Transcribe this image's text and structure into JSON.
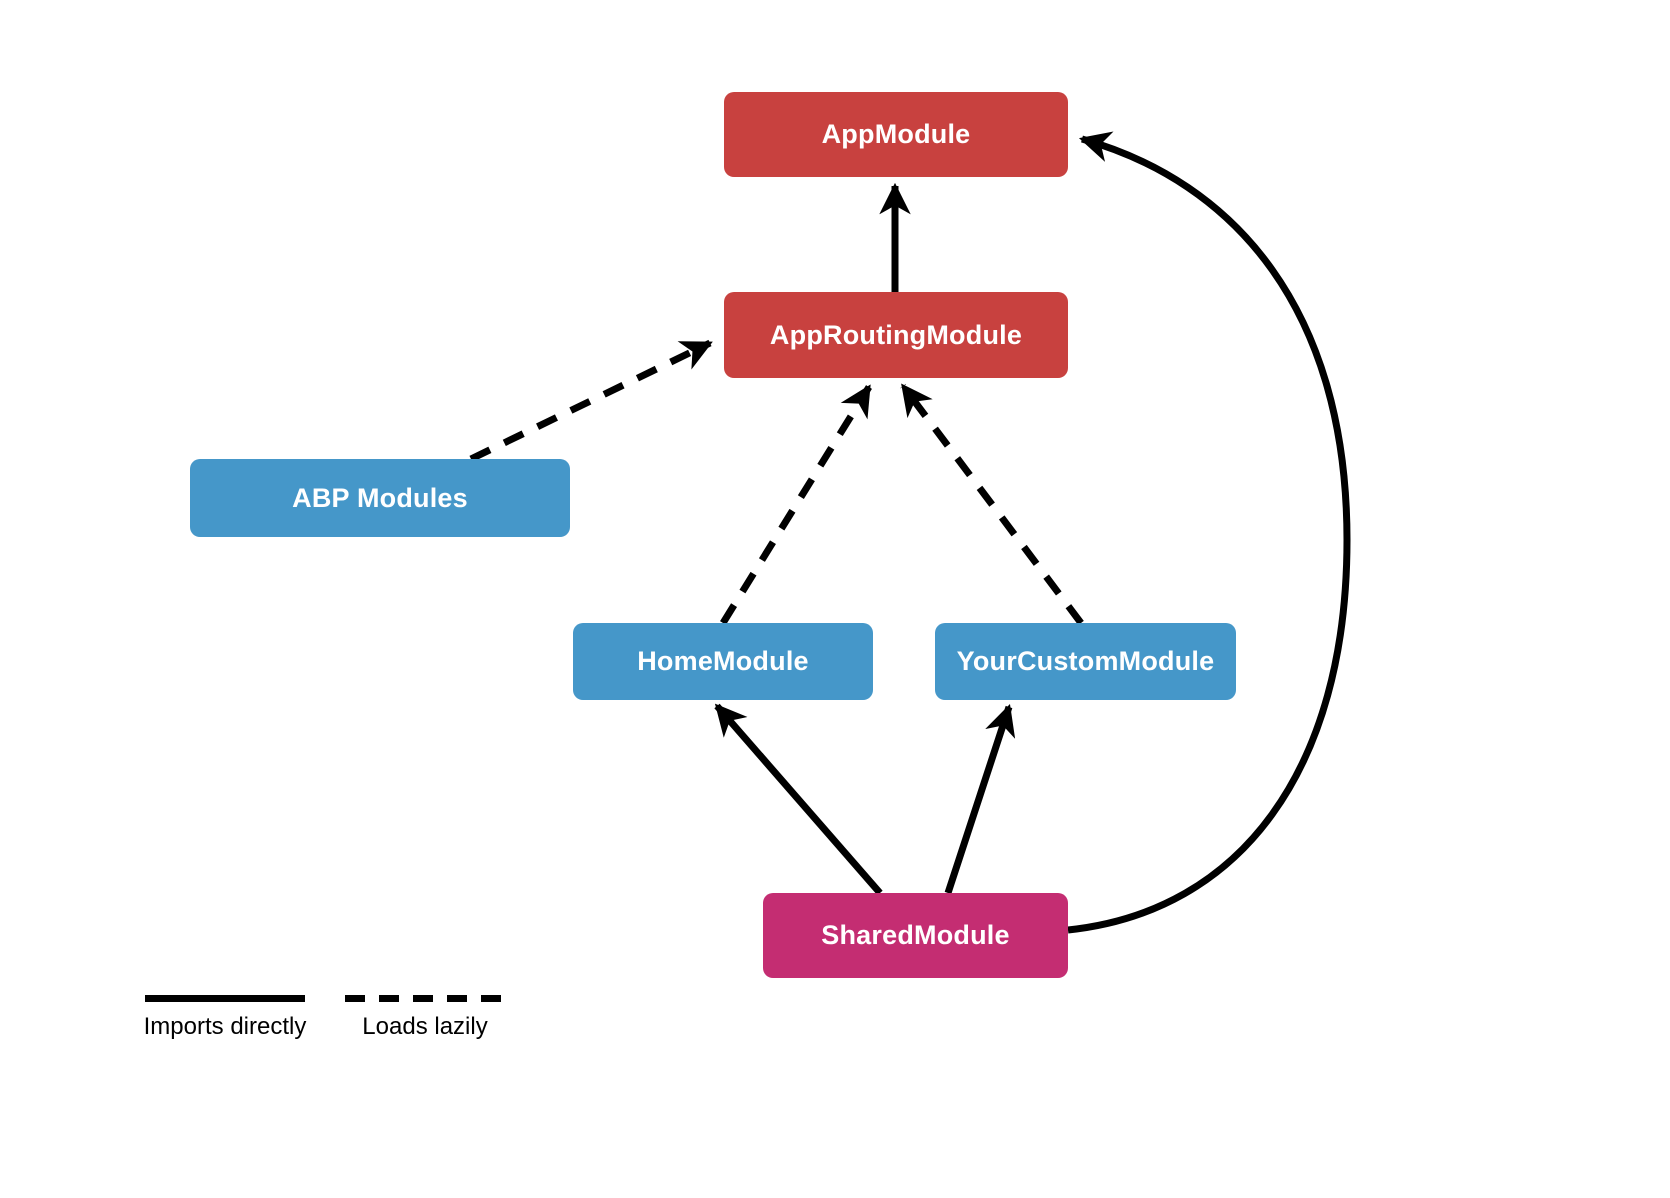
{
  "diagram": {
    "background_color": "#ffffff",
    "edge_color": "#000000",
    "nodes": [
      {
        "name": "AppModule",
        "color": "#C8413F",
        "text_color": "#ffffff"
      },
      {
        "name": "AppRoutingModule",
        "color": "#C8413F",
        "text_color": "#ffffff"
      },
      {
        "name": "ABP Modules",
        "color": "#4597C9",
        "text_color": "#ffffff"
      },
      {
        "name": "HomeModule",
        "color": "#4597C9",
        "text_color": "#ffffff"
      },
      {
        "name": "YourCustomModule",
        "color": "#4597C9",
        "text_color": "#ffffff"
      },
      {
        "name": "SharedModule",
        "color": "#C42D72",
        "text_color": "#ffffff"
      }
    ],
    "edges": [
      {
        "from": "AppRoutingModule",
        "to": "AppModule",
        "relation": "imports directly",
        "line": "solid"
      },
      {
        "from": "ABP Modules",
        "to": "AppRoutingModule",
        "relation": "loads lazily",
        "line": "dashed"
      },
      {
        "from": "HomeModule",
        "to": "AppRoutingModule",
        "relation": "loads lazily",
        "line": "dashed"
      },
      {
        "from": "YourCustomModule",
        "to": "AppRoutingModule",
        "relation": "loads lazily",
        "line": "dashed"
      },
      {
        "from": "SharedModule",
        "to": "HomeModule",
        "relation": "imports directly",
        "line": "solid"
      },
      {
        "from": "SharedModule",
        "to": "YourCustomModule",
        "relation": "imports directly",
        "line": "solid"
      },
      {
        "from": "SharedModule",
        "to": "AppModule",
        "relation": "imports directly",
        "line": "solid"
      }
    ],
    "legend": {
      "items": [
        {
          "label": "Imports directly",
          "line": "solid"
        },
        {
          "label": "Loads lazily",
          "line": "dashed"
        }
      ]
    }
  }
}
